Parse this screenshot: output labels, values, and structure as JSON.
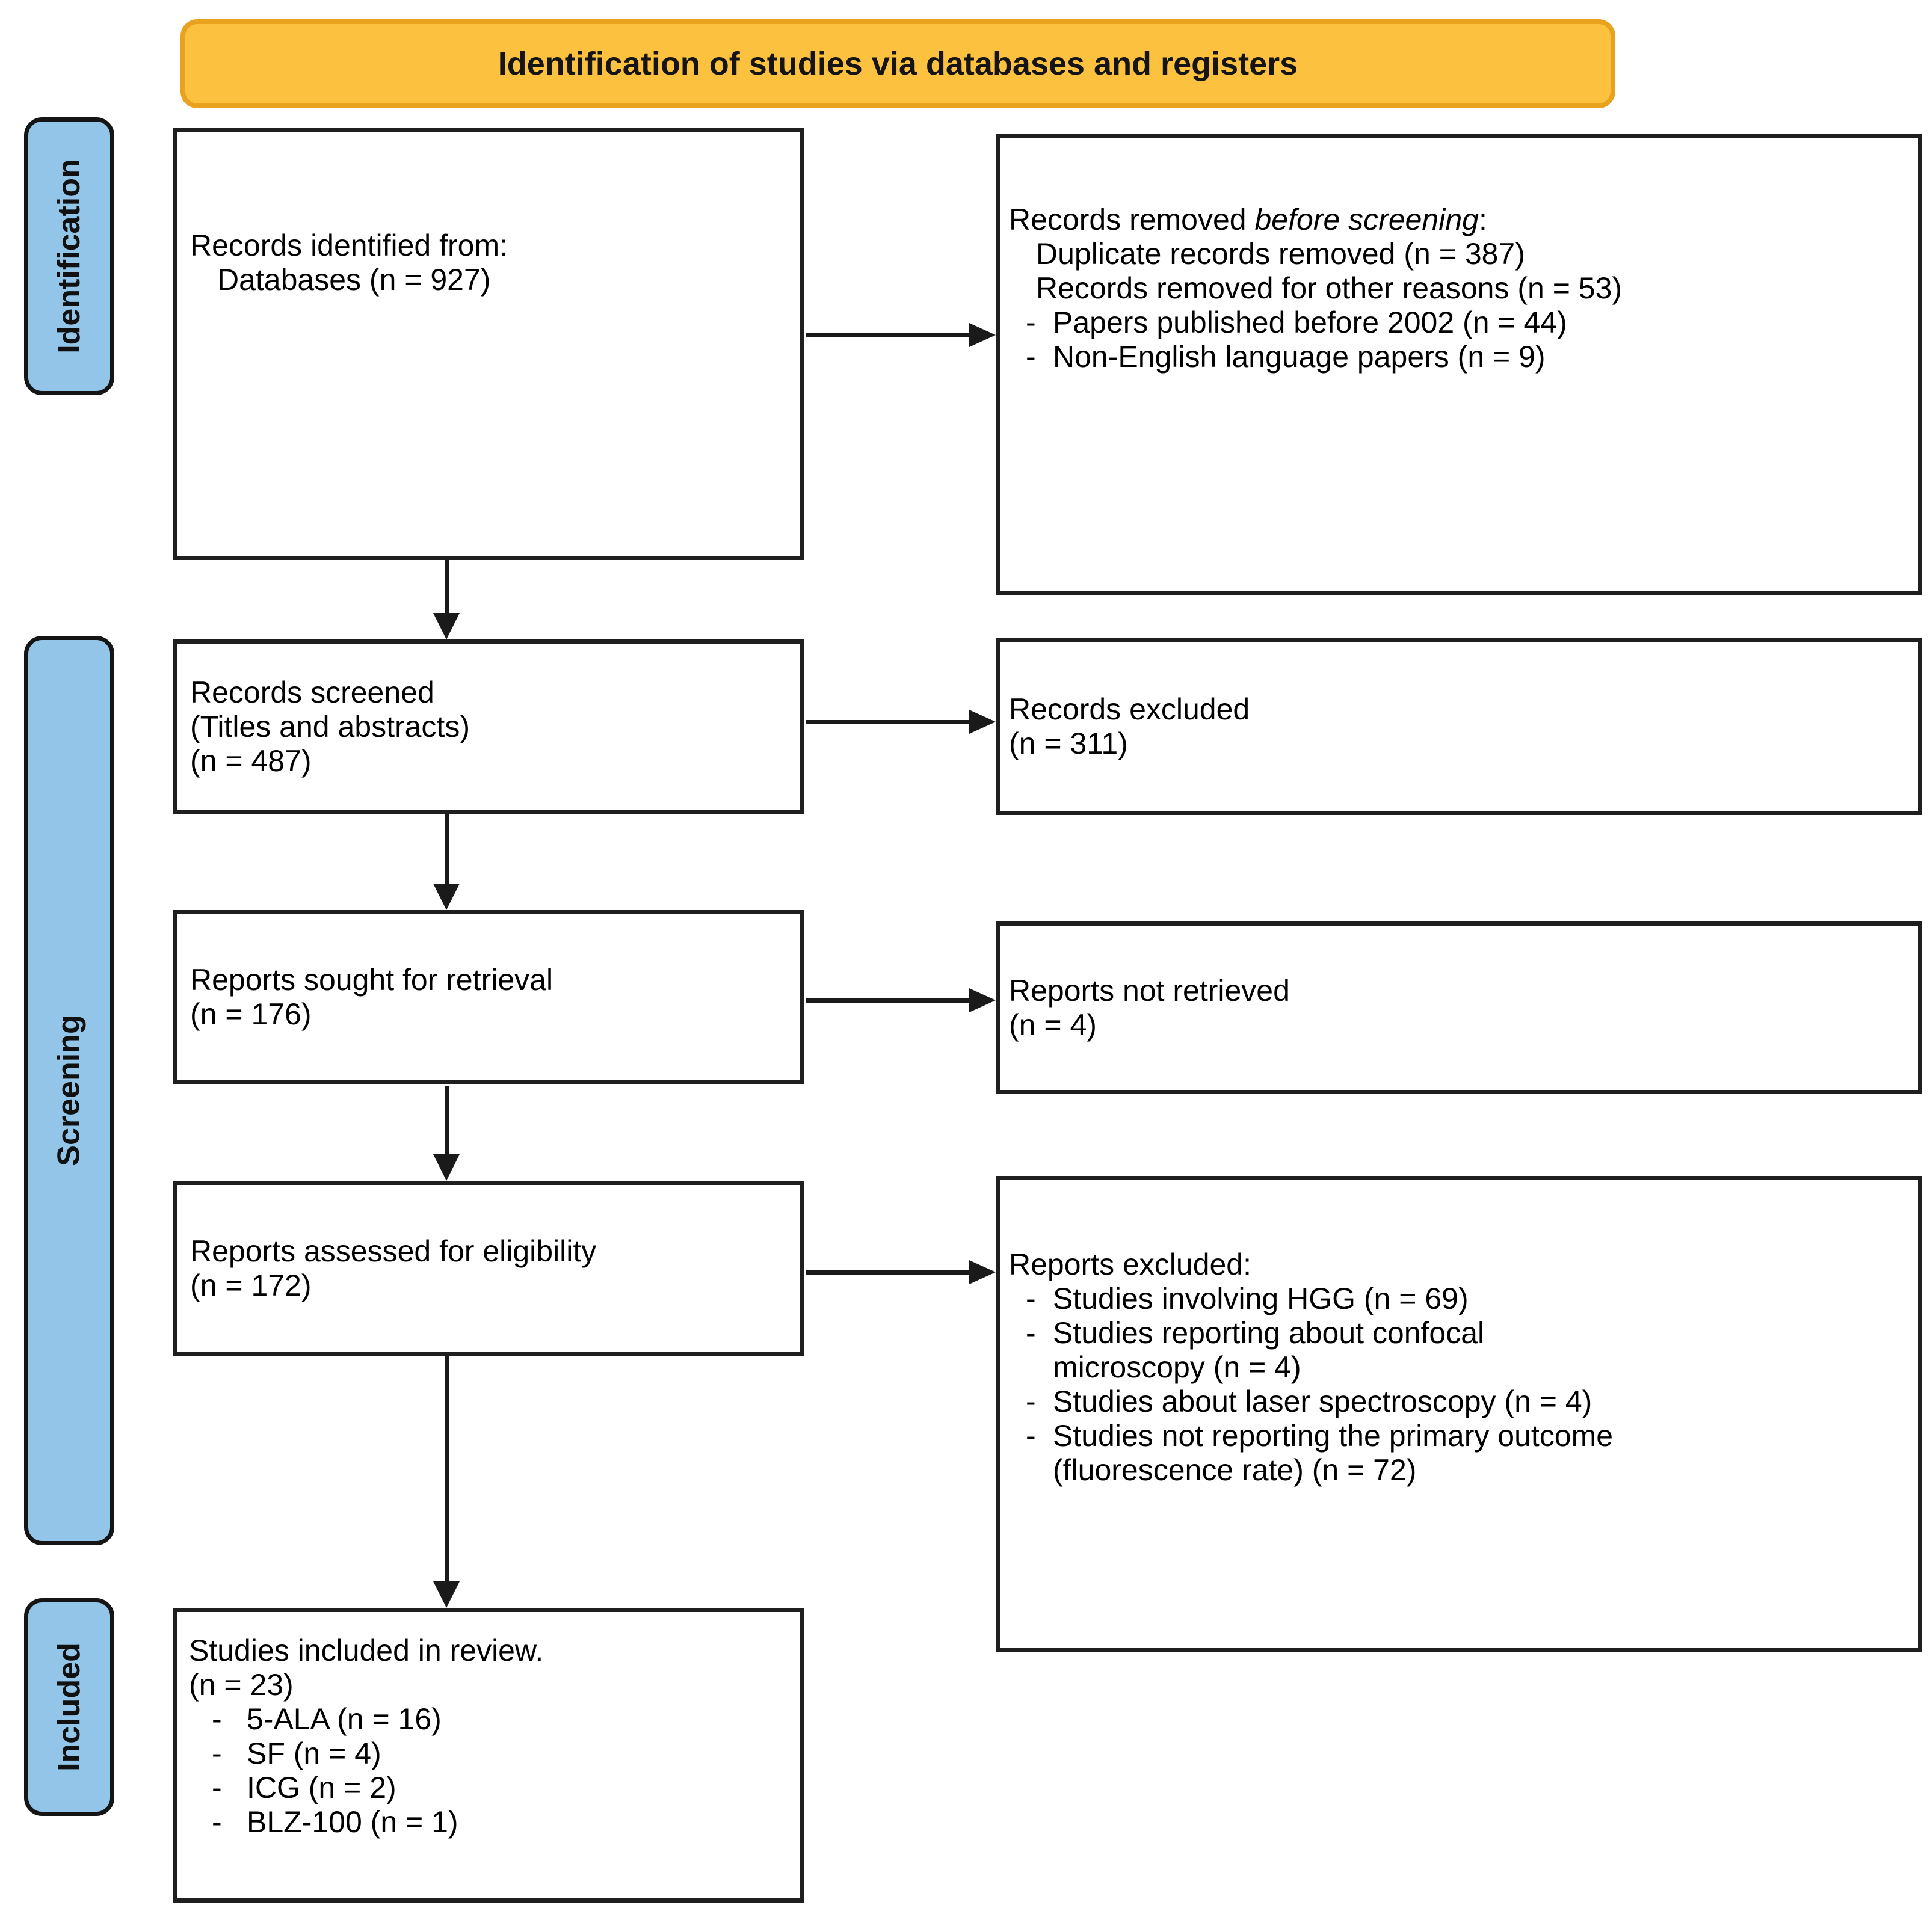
{
  "banner": {
    "title": "Identification of studies via databases and registers"
  },
  "bullet_glyph": "-",
  "sidebar": {
    "identification": "Identification",
    "screening": "Screening",
    "included": "Included"
  },
  "boxes": {
    "identified": {
      "line1": "Records identified from:",
      "line2": "Databases (n = 927)"
    },
    "removed": {
      "intro_prefix": "Records removed ",
      "intro_italic": "before screening",
      "intro_suffix": ":",
      "sub": [
        "Duplicate records removed (n = 387)",
        "Records removed for other reasons (n = 53)"
      ],
      "bullets": [
        "Papers published before 2002 (n = 44)",
        "Non-English language papers (n = 9)"
      ]
    },
    "screened": {
      "lines": [
        "Records screened",
        "(Titles and abstracts)",
        "(n = 487)"
      ]
    },
    "records_excluded": {
      "lines": [
        "Records excluded",
        "(n = 311)"
      ]
    },
    "sought": {
      "lines": [
        "Reports sought for retrieval",
        "(n = 176)"
      ]
    },
    "not_retrieved": {
      "lines": [
        "Reports not retrieved",
        "(n = 4)"
      ]
    },
    "assessed": {
      "lines": [
        "Reports assessed for eligibility",
        "(n = 172)"
      ]
    },
    "reports_excluded": {
      "title": "Reports excluded:",
      "bullets": [
        "Studies involving HGG (n = 69)",
        "Studies reporting about confocal microscopy (n = 4)",
        "Studies about laser spectroscopy (n = 4)",
        "Studies not reporting the primary outcome (fluorescence rate) (n = 72)"
      ]
    },
    "included": {
      "title": "Studies included in review.",
      "subtitle": "(n = 23)",
      "bullets": [
        "5-ALA (n = 16)",
        "SF (n = 4)",
        "ICG (n = 2)",
        "BLZ-100 (n = 1)"
      ]
    }
  },
  "colors": {
    "banner_fill": "#FDC140",
    "banner_border": "#E8A21D",
    "sidebar_fill": "#92C5E8",
    "line": "#1A1A1A"
  }
}
